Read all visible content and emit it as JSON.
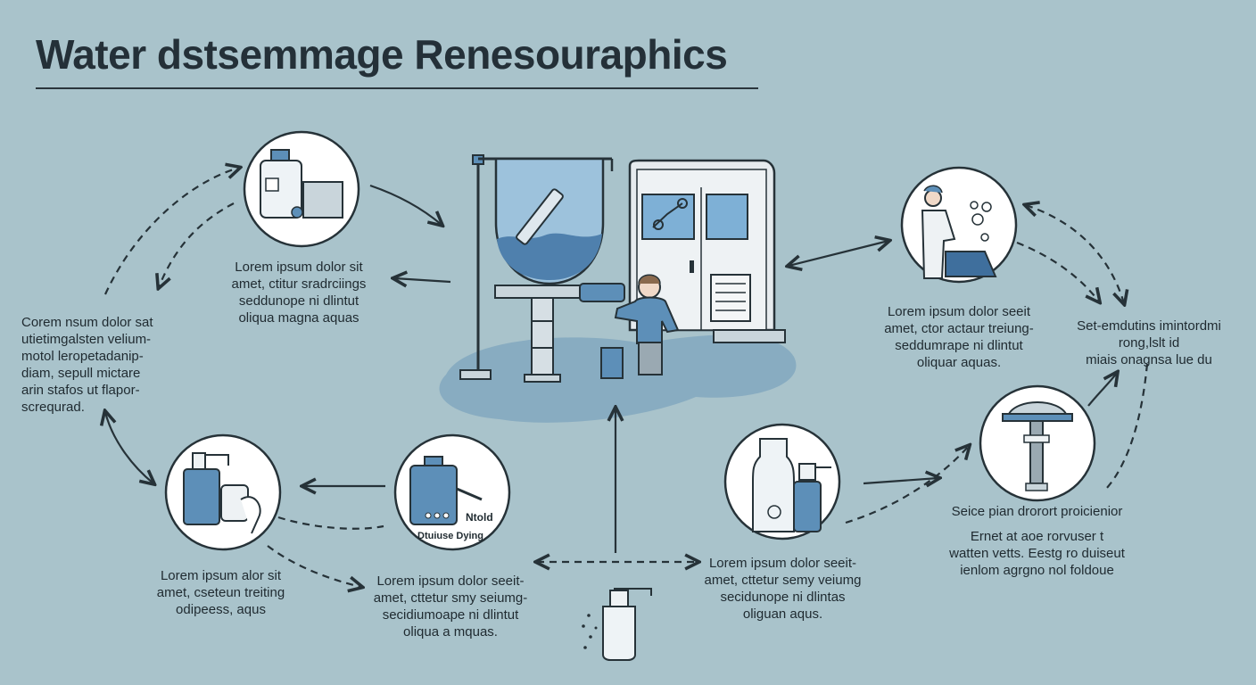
{
  "title": "Water dstsemmage Renesouraphics",
  "palette": {
    "background": "#a9c3cb",
    "accent_blue": "#5d8fb8",
    "line": "#263238",
    "circle_fill": "#ffffff"
  },
  "icons": [
    "chemical-bottle-icon",
    "water-tank-icon",
    "treatment-machine-icon",
    "worker-icon",
    "scientist-icon",
    "dispenser-bottles-icon",
    "drum-tank-icon",
    "spray-bottle-icon",
    "lab-bottles-icon",
    "water-tower-icon"
  ],
  "tank_labels": {
    "top": "Ntold",
    "bottom": "Dtuiuse Dying"
  },
  "texts": {
    "top_left": [
      "Lorem ipsum dolor sit",
      "amet, ctitur sradrciings",
      "seddunope ni dlintut",
      "oliqua magna aquas"
    ],
    "far_left": [
      "Corem nsum dolor  sat",
      "utietimgalsten velium-",
      "motol leropetadanip-",
      "diam, sepull mictare",
      "arin stafos ut flapor-",
      "screqurad."
    ],
    "right_top": [
      "Lorem ipsum dolor seeit",
      "amet, ctor actaur treiung-",
      "seddumrape ni dlintut",
      "oliquar aquas."
    ],
    "far_right": [
      "Set-emdutins imintordmi",
      "rong,lslt id",
      "miais onagnsa lue du"
    ],
    "right_tower": [
      "Seice pian drorort proicienior"
    ],
    "right_bottom": [
      "Ernet at aoe rorvuser t",
      "watten vetts. Eestg ro duiseut",
      "ienlom agrgno nol foldoue"
    ],
    "bottom_left": [
      "Lorem ipsum alor sit",
      "amet, cseteun treiting",
      "odipeess, aqus"
    ],
    "bottom_center": [
      "Lorem ipsum dolor seeit-",
      "amet, cttetur smy seiumg-",
      "secidiumoape ni dlintut",
      "oliqua a mquas."
    ],
    "bottom_right": [
      "Lorem ipsum dolor seeit-",
      "amet, cttetur semy veiumg",
      "secidunope ni dlintas",
      "oliguan aqus."
    ]
  }
}
